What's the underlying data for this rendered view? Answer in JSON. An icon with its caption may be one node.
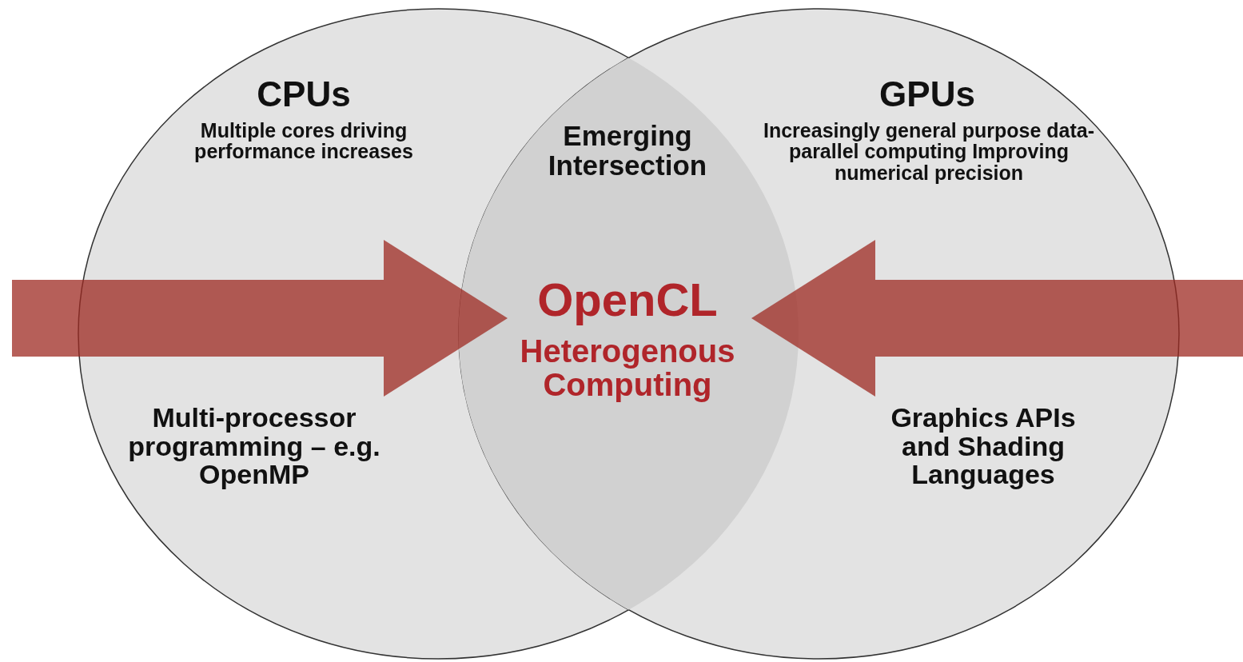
{
  "diagram": {
    "nodes": [
      {
        "text": [
          "CPUs",
          "Multiple cores driving performance increases",
          "Multi-processor programming – e.g. OpenMP"
        ]
      },
      {
        "text": [
          "GPUs",
          "Increasingly general purpose data-parallel computing Improving numerical precision",
          "Graphics APIs and Shading Languages"
        ]
      },
      {
        "text": [
          "Emerging Intersection",
          "OpenCL",
          "Heterogenous Computing"
        ]
      }
    ],
    "edges": [
      {
        "from": null,
        "to": 2,
        "arrow": "to"
      },
      {
        "from": null,
        "to": 2,
        "arrow": "to"
      }
    ]
  }
}
